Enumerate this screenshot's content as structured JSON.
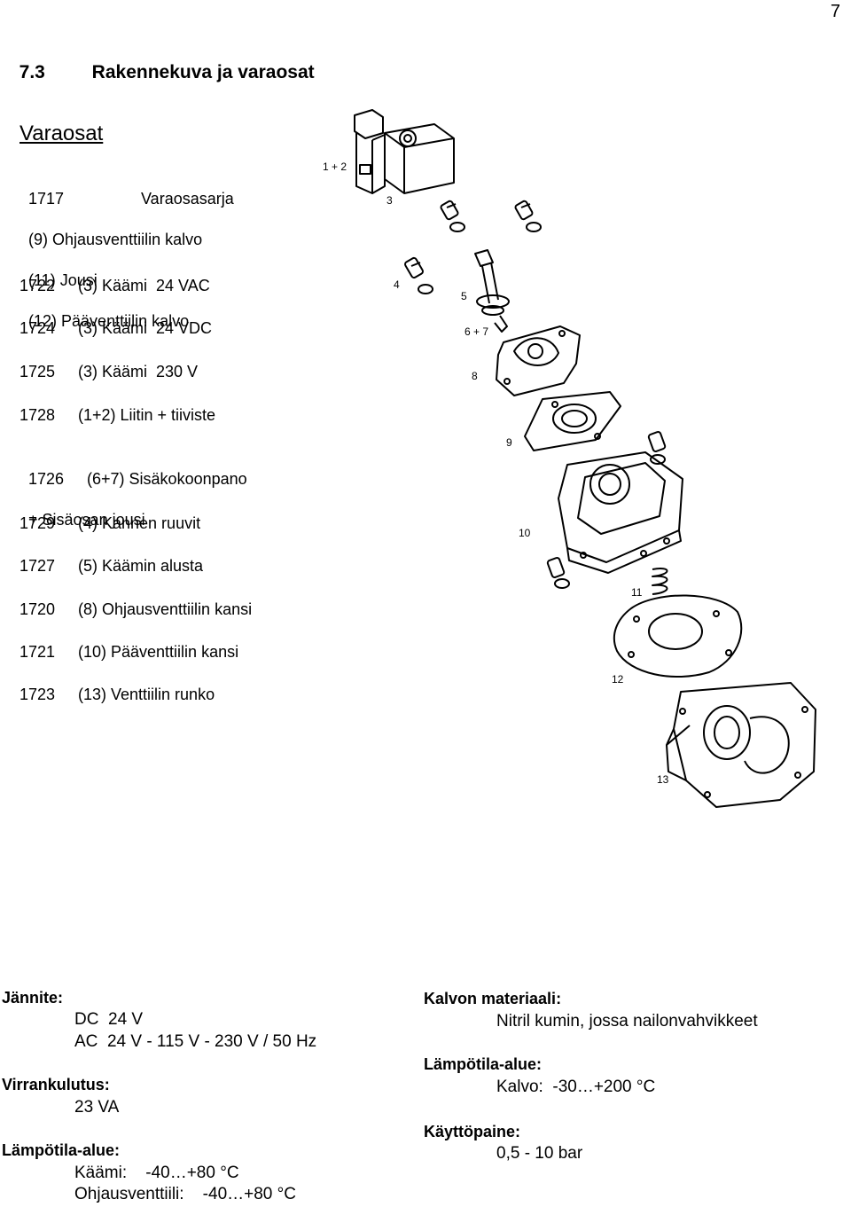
{
  "page_number": "7",
  "section": {
    "number": "7.3",
    "title": "Rakennekuva ja varaosat"
  },
  "subtitle": "Varaosat",
  "parts": [
    {
      "code": "1717",
      "name": "Varaosasarja",
      "extra": [
        "(9) Ohjausventtiilin kalvo",
        "(11) Jousi",
        "(12) Pääventtiilin kalvo"
      ]
    },
    {
      "code": "1722",
      "name": "(3) Käämi  24 VAC"
    },
    {
      "code": "1724",
      "name": "(3) Käämi  24 VDC"
    },
    {
      "code": "1725",
      "name": "(3) Käämi  230 V"
    },
    {
      "code": "1728",
      "name": "(1+2) Liitin + tiiviste"
    },
    {
      "code": "1726",
      "name": "(6+7) Sisäkokoonpano",
      "extra": [
        "+ Sisäosan jousi"
      ]
    },
    {
      "code": "1729",
      "name": "(4) Kannen ruuvit"
    },
    {
      "code": "1727",
      "name": "(5) Käämin alusta"
    },
    {
      "code": "1720",
      "name": "(8) Ohjausventtiilin kansi"
    },
    {
      "code": "1721",
      "name": "(10) Pääventtiilin kansi"
    },
    {
      "code": "1723",
      "name": "(13) Venttiilin runko"
    }
  ],
  "diagram_labels": [
    "1 + 2",
    "3",
    "4",
    "5",
    "6 + 7",
    "8",
    "9",
    "10",
    "11",
    "12",
    "13"
  ],
  "specs_left": {
    "voltage_label": "Jännite:",
    "voltage_dc": "DC  24 V",
    "voltage_ac": "AC  24 V - 115 V - 230 V / 50 Hz",
    "power_label": "Virrankulutus:",
    "power_value": "23 VA",
    "temp_label": "Lämpötila-alue:",
    "temp_coil": "Käämi:    -40…+80 °C",
    "temp_pilot": "Ohjausventtiili:    -40…+80 °C"
  },
  "specs_right": {
    "material_label": "Kalvon materiaali:",
    "material_value": "Nitril kumin, jossa nailonvahvikkeet",
    "temp_label": "Lämpötila-alue:",
    "temp_value": "Kalvo:  -30…+200 °C",
    "pressure_label": "Käyttöpaine:",
    "pressure_value": "0,5 - 10 bar"
  }
}
